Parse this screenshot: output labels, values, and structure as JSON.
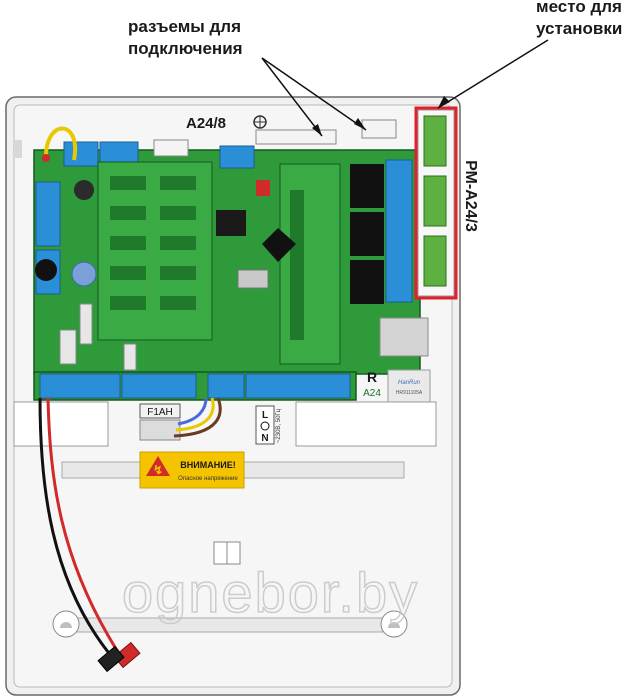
{
  "labels": {
    "connectors_line1": "разъемы для",
    "connectors_line2": "подключения",
    "install_line1": "место для",
    "install_line2": "установки",
    "module_name": "РМ-А24/3",
    "board_model": "A24/8",
    "fuse": "F1AH",
    "mains_L": "L",
    "mains_N": "N",
    "mains_voltage": "~230В, 50Гц",
    "warning_title": "ВНИМАНИЕ!",
    "warning_sub": "Опасное напряжение",
    "board_logo": "R",
    "board_code": "A24",
    "relay_brand": "HanRun",
    "relay_part": "HR911105A",
    "watermark": "ognebor.by"
  },
  "colors": {
    "pcb": "#2e9a3a",
    "pcb_dark": "#1d6e2a",
    "terminal": "#2a8fd6",
    "highlight": "#e0202a",
    "enclosure": "#f2f2f2",
    "warning": "#f5c400"
  }
}
